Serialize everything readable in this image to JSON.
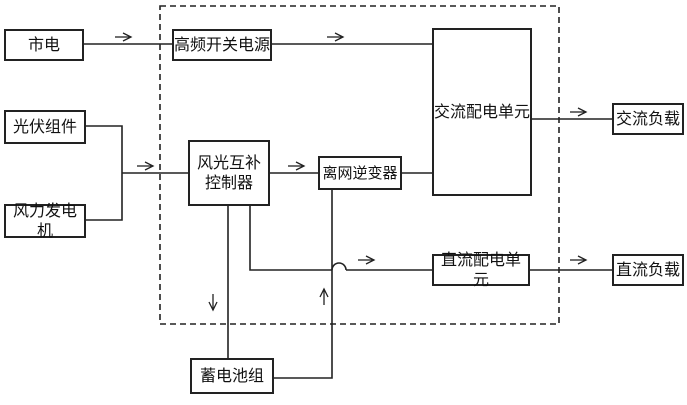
{
  "diagram": {
    "blocks": {
      "mains": "市电",
      "hf_switching_psu": "高频开关电源",
      "pv_module": "光伏组件",
      "wind_generator": "风力发电机",
      "wind_solar_controller": "风光互补控制器",
      "off_grid_inverter": "离网逆变器",
      "ac_distribution_unit": "交流配电单元",
      "ac_load": "交流负载",
      "dc_distribution_unit": "直流配电单元",
      "dc_load": "直流负载",
      "battery_pack": "蓄电池组"
    },
    "colors": {
      "line": "#222222",
      "background": "#ffffff"
    }
  }
}
